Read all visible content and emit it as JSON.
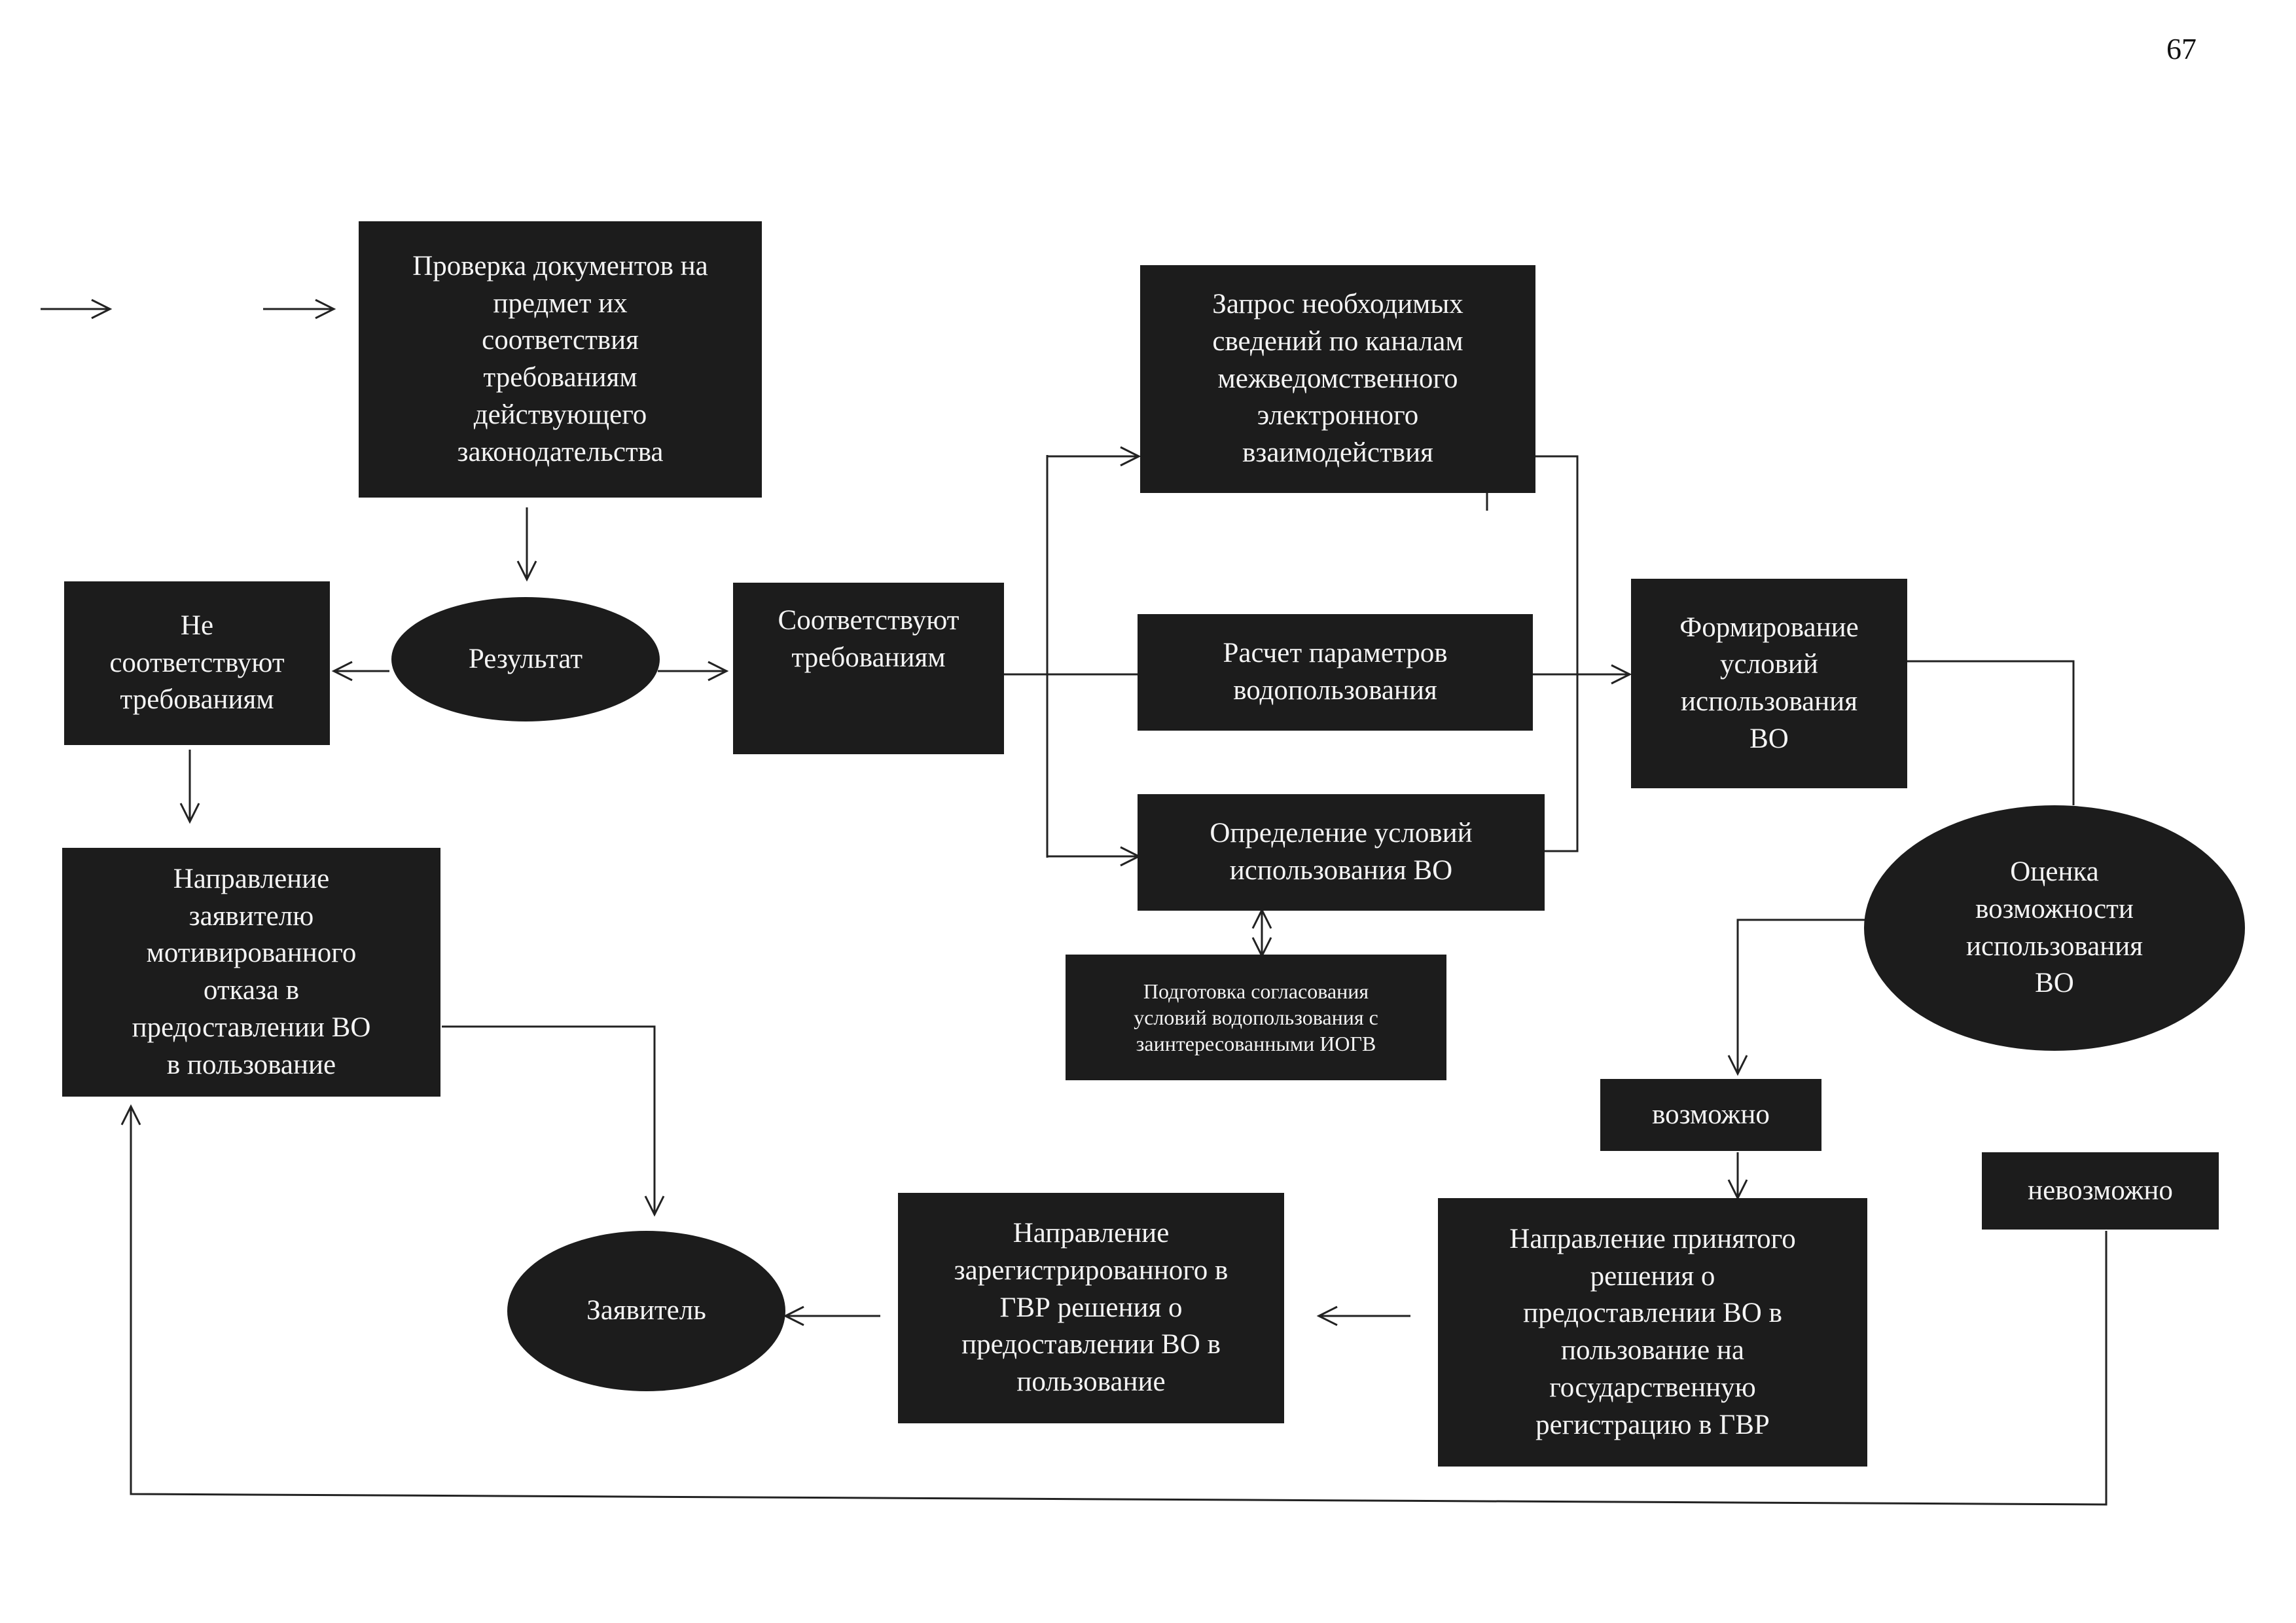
{
  "page_number": "67",
  "nodes": {
    "check_documents": "Проверка документов на\nпредмет их\nсоответствия\nтребованиям\nдействующего\nзаконодательства",
    "result": "Результат",
    "not_compliant": "Не\nсоответствуют\nтребованиям",
    "compliant": "Соответствуют\nтребованиям",
    "interagency_request": "Запрос необходимых\nсведений по каналам\nмежведомственного\nэлектронного\nвзаимодействия",
    "calc_params": "Расчет параметров\nводопользования",
    "define_conditions": "Определение условий\nиспользования ВО",
    "prepare_agreement": "Подготовка согласования\nусловий водопользования с\nзаинтересованными ИОГВ",
    "form_conditions": "Формирование\nусловий\nиспользования\nВО",
    "assess_possibility": "Оценка\nвозможности\nиспользования\nВО",
    "possible": "возможно",
    "impossible": "невозможно",
    "send_refusal": "Направление\nзаявителю\nмотивированного\nотказа в\nпредоставлении  ВО\nв пользование",
    "send_decision_gvr": "Направление принятого\nрешения о\nпредоставлении ВО в\nпользование на\nгосударственную\nрегистрацию в ГВР",
    "send_registered": "Направление\nзарегистрированного в\nГВР решения о\nпредоставлении ВО в\nпользование",
    "applicant": "Заявитель"
  }
}
